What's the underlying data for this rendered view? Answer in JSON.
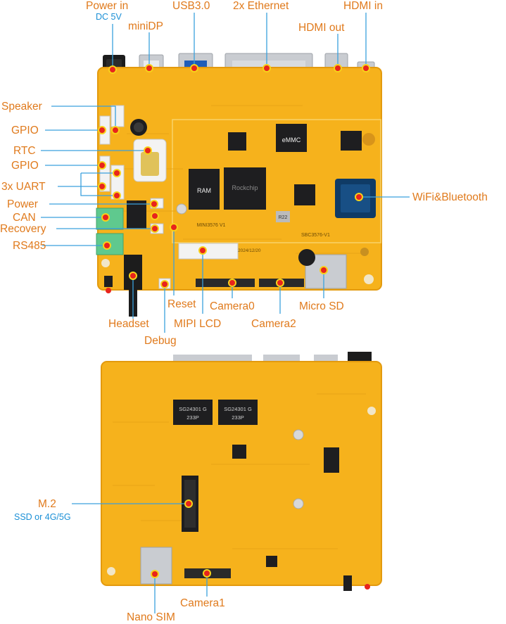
{
  "colors": {
    "label": "#e07a1c",
    "sublabel": "#1a8fd6",
    "leader": "#3aa0dd",
    "board": "#f6b21c",
    "board_edge": "#e39a0e",
    "marker_fill": "#e8241c",
    "marker_ring": "#f7d21a",
    "connector": "#c9ccd1",
    "chip": "#1e1e20",
    "terminal": "#5fc98e"
  },
  "labels": {
    "power_in": "Power in",
    "power_in_sub": "DC 5V",
    "minidp": "miniDP",
    "usb3": "USB3.0",
    "ethernet": "2x Ethernet",
    "hdmi_out": "HDMI out",
    "hdmi_in": "HDMI in",
    "speaker": "Speaker",
    "gpio_top": "GPIO",
    "rtc": "RTC",
    "gpio_mid": "GPIO",
    "uart": "3x UART",
    "power": "Power",
    "can": "CAN",
    "recovery": "Recovery",
    "rs485": "RS485",
    "wifi_bt": "WiFi&Bluetooth",
    "reset": "Reset",
    "camera0": "Camera0",
    "micro_sd": "Micro SD",
    "headset": "Headset",
    "mipi_lcd": "MIPI LCD",
    "camera2": "Camera2",
    "debug": "Debug",
    "m2": "M.2",
    "m2_sub": "SSD or 4G/5G",
    "camera1": "Camera1",
    "nano_sim": "Nano SIM"
  },
  "silkscreen": {
    "emmc": "eMMC",
    "ram": "RAM",
    "soc": "Rockchip",
    "r22": "R22",
    "model": "MINI3576 V1",
    "sbc": "SBC3576-V1",
    "date": "2024/12/20",
    "eth_chip_a": "SG24301 G",
    "eth_chip_b": "SG24301 G",
    "eth_code": "233P"
  },
  "icons": {
    "marker": "callout-dot-icon"
  }
}
